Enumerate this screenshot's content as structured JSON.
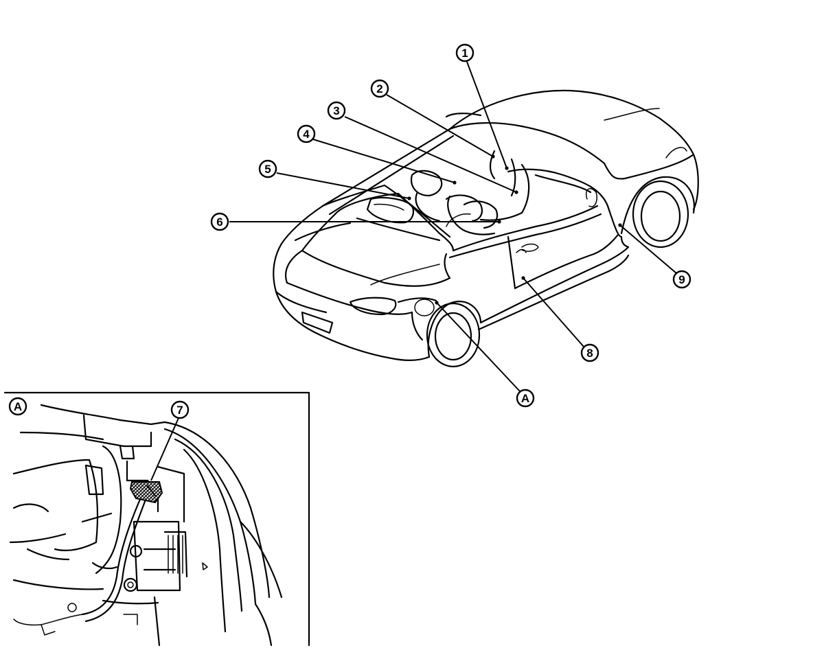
{
  "callouts": {
    "c1": "1",
    "c2": "2",
    "c3": "3",
    "c4": "4",
    "c5": "5",
    "c6": "6",
    "c7": "7",
    "c8": "8",
    "c9": "9",
    "cA": "A"
  },
  "inset": {
    "label": "A",
    "callout": "7"
  }
}
